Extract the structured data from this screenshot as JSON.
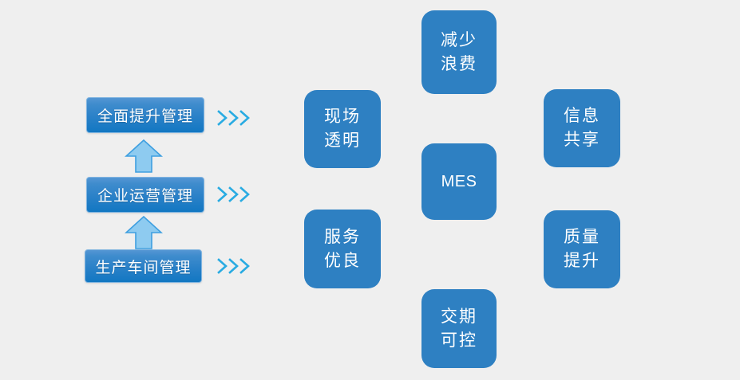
{
  "background_color": "#efefef",
  "palette": {
    "card_blue": "#2e80c2",
    "gradient_top": "#5496d4",
    "gradient_bottom": "#1277c2",
    "chevron_blue": "#29abe2",
    "arrow_fill": "#8ecbf0",
    "arrow_stroke": "#3e9fe0",
    "text_white": "#ffffff"
  },
  "hierarchy": {
    "name": "management-hierarchy",
    "levels": [
      {
        "label": "全面提升管理",
        "chevron_icon": "triple-chevron-right-icon"
      },
      {
        "label": "企业运营管理",
        "chevron_icon": "triple-chevron-right-icon"
      },
      {
        "label": "生产车间管理",
        "chevron_icon": "triple-chevron-right-icon"
      }
    ],
    "connectors": [
      {
        "icon": "arrow-up-icon"
      },
      {
        "icon": "arrow-up-icon"
      }
    ]
  },
  "benefit_cluster": {
    "center": {
      "label": "MES",
      "lines": [
        "MES"
      ]
    },
    "cards": [
      {
        "key": "xianchang",
        "lines": [
          "现场",
          "透明"
        ]
      },
      {
        "key": "fuwu",
        "lines": [
          "服务",
          "优良"
        ]
      },
      {
        "key": "jianshao",
        "lines": [
          "减少",
          "浪费"
        ]
      },
      {
        "key": "jiaoqi",
        "lines": [
          "交期",
          "可控"
        ]
      },
      {
        "key": "xinxi",
        "lines": [
          "信息",
          "共享"
        ]
      },
      {
        "key": "zhiliang",
        "lines": [
          "质量",
          "提升"
        ]
      }
    ]
  }
}
